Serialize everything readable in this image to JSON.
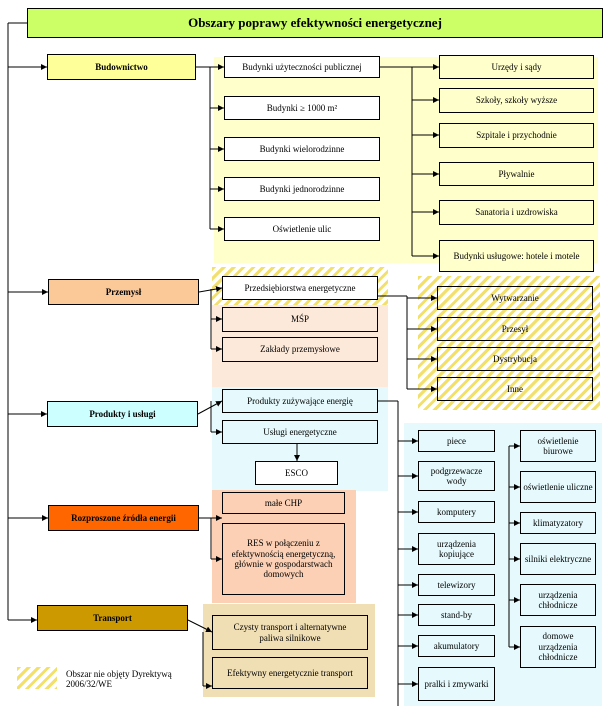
{
  "title": "Obszary poprawy efektywności energetycznej",
  "categories": {
    "budownictwo": "Budownictwo",
    "przemysl": "Przemysł",
    "produkty": "Produkty i usługi",
    "rozproszone": "Rozproszone źródła energii",
    "transport": "Transport"
  },
  "budownictwo_items": [
    "Budynki użyteczności publicznej",
    "Budynki ≥ 1000 m²",
    "Budynki wielorodzinne",
    "Budynki jednorodzinne",
    "Oświetlenie ulic"
  ],
  "public_buildings": [
    "Urzędy i sądy",
    "Szkoły, szkoły wyższe",
    "Szpitale i przychodnie",
    "Pływalnie",
    "Sanatoria i uzdrowiska",
    "Budynki usługowe: hotele i motele"
  ],
  "przemysl_items": [
    "Przedsiębiorstwa energetyczne",
    "MŚP",
    "Zakłady przemysłowe"
  ],
  "energy_companies": [
    "Wytwarzanie",
    "Przesył",
    "Dystrybucja",
    "Inne"
  ],
  "produkty_items": [
    "Produkty zużywające energię",
    "Usługi energetyczne",
    "ESCO"
  ],
  "products_col1": [
    "piece",
    "podgrzewacze wody",
    "komputery",
    "urządzenia kopiujące",
    "telewizory",
    "stand-by",
    "akumulatory",
    "pralki i zmywarki"
  ],
  "products_col2": [
    "oświetlenie biurowe",
    "oświetlenie uliczne",
    "klimatyzatory",
    "silniki elektryczne",
    "urządzenia chłodnicze",
    "domowe urządzenia chłodnicze"
  ],
  "rozproszone_items": [
    "małe CHP",
    "RES w połączeniu z efektywnością energetyczną, głównie w gospodarstwach domowych"
  ],
  "transport_items": [
    "Czysty transport i alternatywne paliwa silnikowe",
    "Efektywny energetycznie transport"
  ],
  "legend": "Obszar nie objęty Dyrektywą 2006/32/WE",
  "colors": {
    "title_fill": "#ccff66",
    "budownictwo_fill": "#ffff99",
    "budownictwo_area": "#ffffcc",
    "przemysl_fill": "#fbc898",
    "przemysl_area": "#fde9d9",
    "produkty_fill": "#ccffff",
    "produkty_area": "#e6fafd",
    "rozproszone_fill": "#ff6600",
    "rozproszone_area": "#fbd0b4",
    "transport_fill": "#cc9900",
    "transport_area": "#f0deb4",
    "hatch": "#f3e06a"
  }
}
